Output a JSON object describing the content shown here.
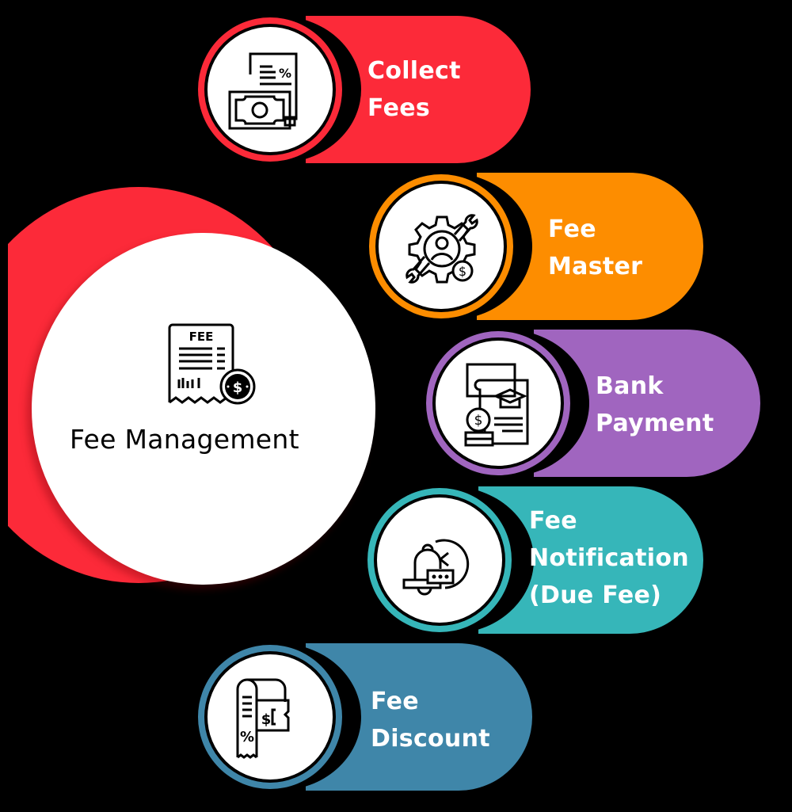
{
  "diagram": {
    "center": {
      "title": "Fee Management",
      "icon": "fee-receipt-icon",
      "icon_text": "FEE",
      "color": "#fc2a39"
    },
    "items": [
      {
        "label_line1": "Collect",
        "label_line2": "Fees",
        "icon": "collect-fees-icon",
        "color": "#fc2a39"
      },
      {
        "label_line1": "Fee",
        "label_line2": "Master",
        "icon": "gear-wrench-user-icon",
        "color": "#fd8d00"
      },
      {
        "label_line1": "Bank",
        "label_line2": "Payment",
        "icon": "bank-payment-icon",
        "color": "#a065bf"
      },
      {
        "label_line1": "Fee",
        "label_line2": "Notification",
        "label_line3": "(Due Fee)",
        "icon": "bell-clock-icon",
        "color": "#36b6b9"
      },
      {
        "label_line1": "Fee",
        "label_line2": "Discount",
        "icon": "discount-receipt-icon",
        "color": "#3f86a9"
      }
    ]
  }
}
